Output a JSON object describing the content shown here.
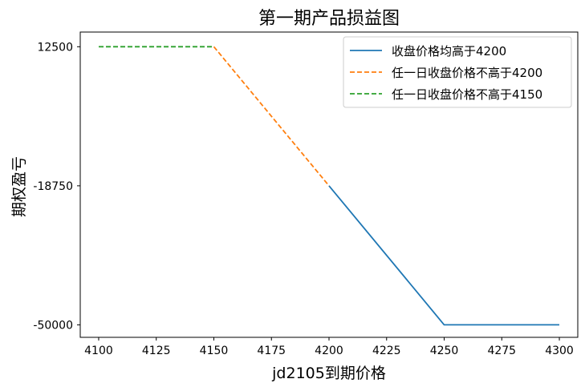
{
  "chart_data": {
    "type": "line",
    "title": "第一期产品损益图",
    "xlabel": "jd2105到期价格",
    "ylabel": "期权盈亏",
    "xlim": [
      4092,
      4308
    ],
    "ylim": [
      -52800,
      15800
    ],
    "xticks": [
      4100,
      4125,
      4150,
      4175,
      4200,
      4225,
      4250,
      4275,
      4300
    ],
    "yticks": [
      12500,
      -18750,
      -50000
    ],
    "grid": false,
    "legend_position": "top-right",
    "series": [
      {
        "name": "收盘价格均高于4200",
        "color": "#1f77b4",
        "dash": "solid",
        "points": [
          [
            4200,
            -18750
          ],
          [
            4250,
            -50000
          ],
          [
            4300,
            -50000
          ]
        ]
      },
      {
        "name": "任一日收盘价格不高于4200",
        "color": "#ff7f0e",
        "dash": "dashed",
        "points": [
          [
            4150,
            12500
          ],
          [
            4200,
            -18750
          ]
        ]
      },
      {
        "name": "任一日收盘价格不高于4150",
        "color": "#2ca02c",
        "dash": "dashed",
        "points": [
          [
            4100,
            12500
          ],
          [
            4150,
            12500
          ]
        ]
      }
    ]
  }
}
